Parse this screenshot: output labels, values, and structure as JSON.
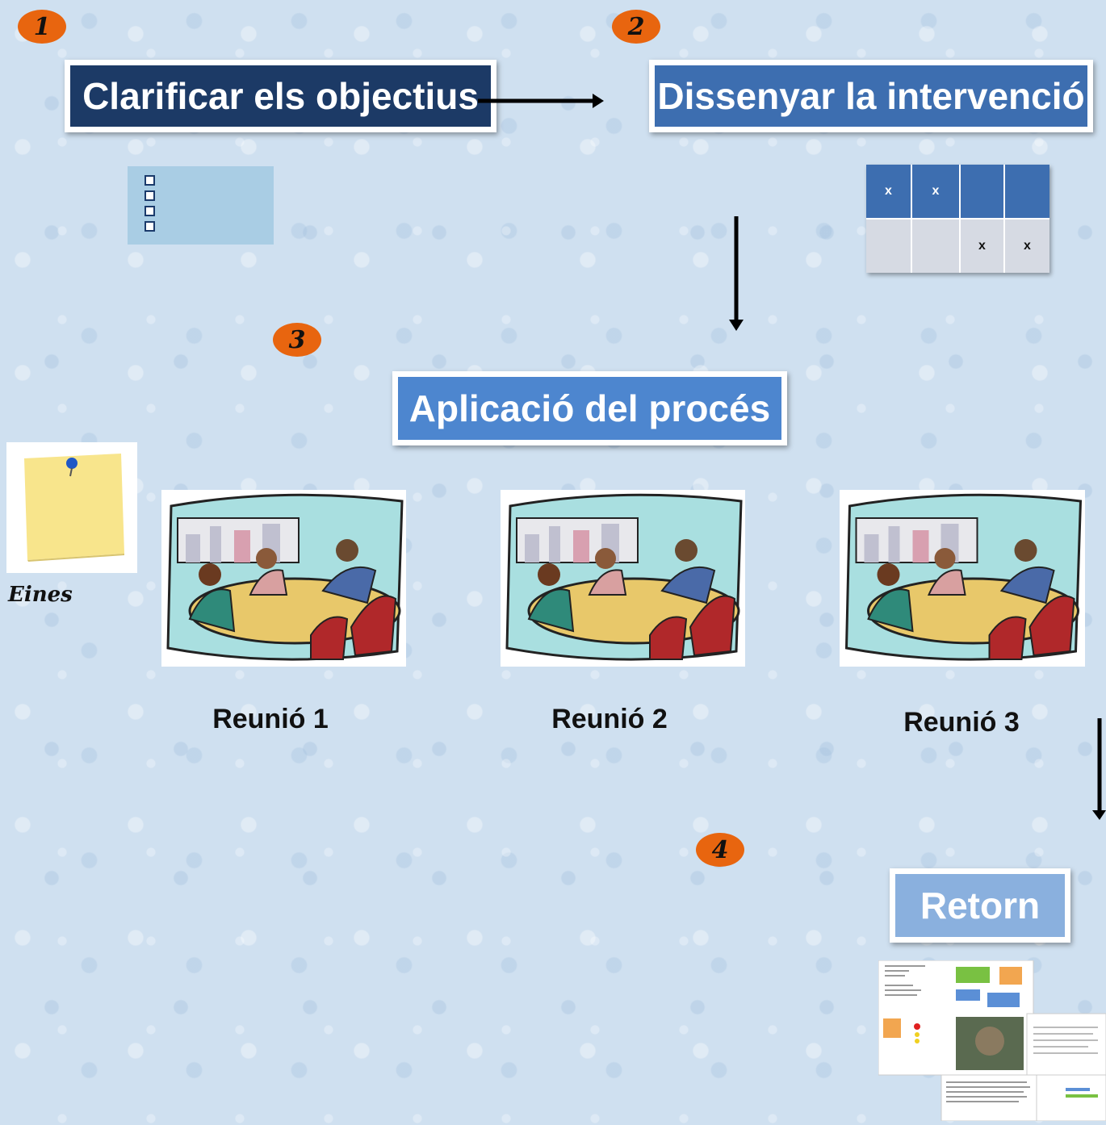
{
  "steps": {
    "n1": "1",
    "n2": "2",
    "n3": "3",
    "n4": "4"
  },
  "titles": {
    "clarify": "Clarificar els objectius",
    "design": "Dissenyar la intervenció",
    "apply": "Aplicació del procés",
    "feedback": "Retorn"
  },
  "grid": {
    "row1": [
      "x",
      "x",
      "",
      ""
    ],
    "row2": [
      "",
      "",
      "x",
      "x"
    ]
  },
  "tools_label": "Eines",
  "meetings": [
    "Reunió 1",
    "Reunió 2",
    "Reunió 3"
  ],
  "colors": {
    "dark_navy": "#1c3a66",
    "mid_blue": "#3d6eb0",
    "bright_blue": "#4d86cf",
    "light_blue": "#8ab0de",
    "badge_orange": "#e8650f"
  }
}
